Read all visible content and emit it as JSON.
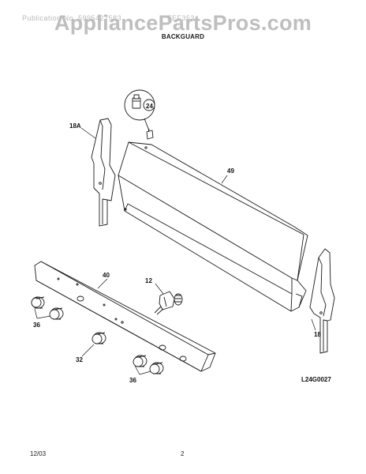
{
  "header": {
    "publication": "Publication No. 5995427583",
    "model": "FEF353"
  },
  "watermark": "AppliancePartsPros.com",
  "section_title": "BACKGUARD",
  "callouts": {
    "part_24": "24",
    "part_18a": "18A",
    "part_49": "49",
    "part_40": "40",
    "part_12": "12",
    "part_36_left": "36",
    "part_32": "32",
    "part_36_bottom": "36",
    "part_18": "18"
  },
  "drawing_code": "L24G0027",
  "footer": {
    "date": "12/03",
    "page": "2"
  }
}
